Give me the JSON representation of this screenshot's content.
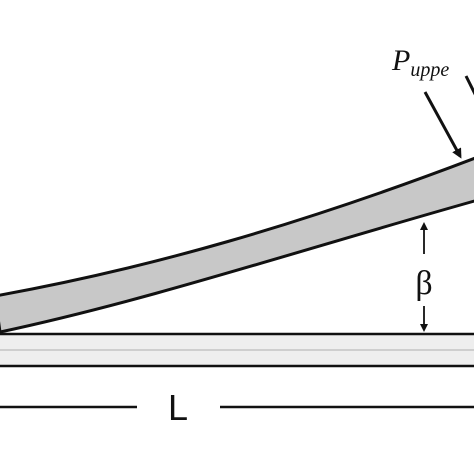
{
  "diagram": {
    "labels": {
      "force": "P",
      "force_subscript": "uppe",
      "angle": "β",
      "length": "L"
    },
    "colors": {
      "beam_fill": "#c8c8c8",
      "base_fill": "#eeeeee",
      "stroke": "#111111"
    }
  }
}
